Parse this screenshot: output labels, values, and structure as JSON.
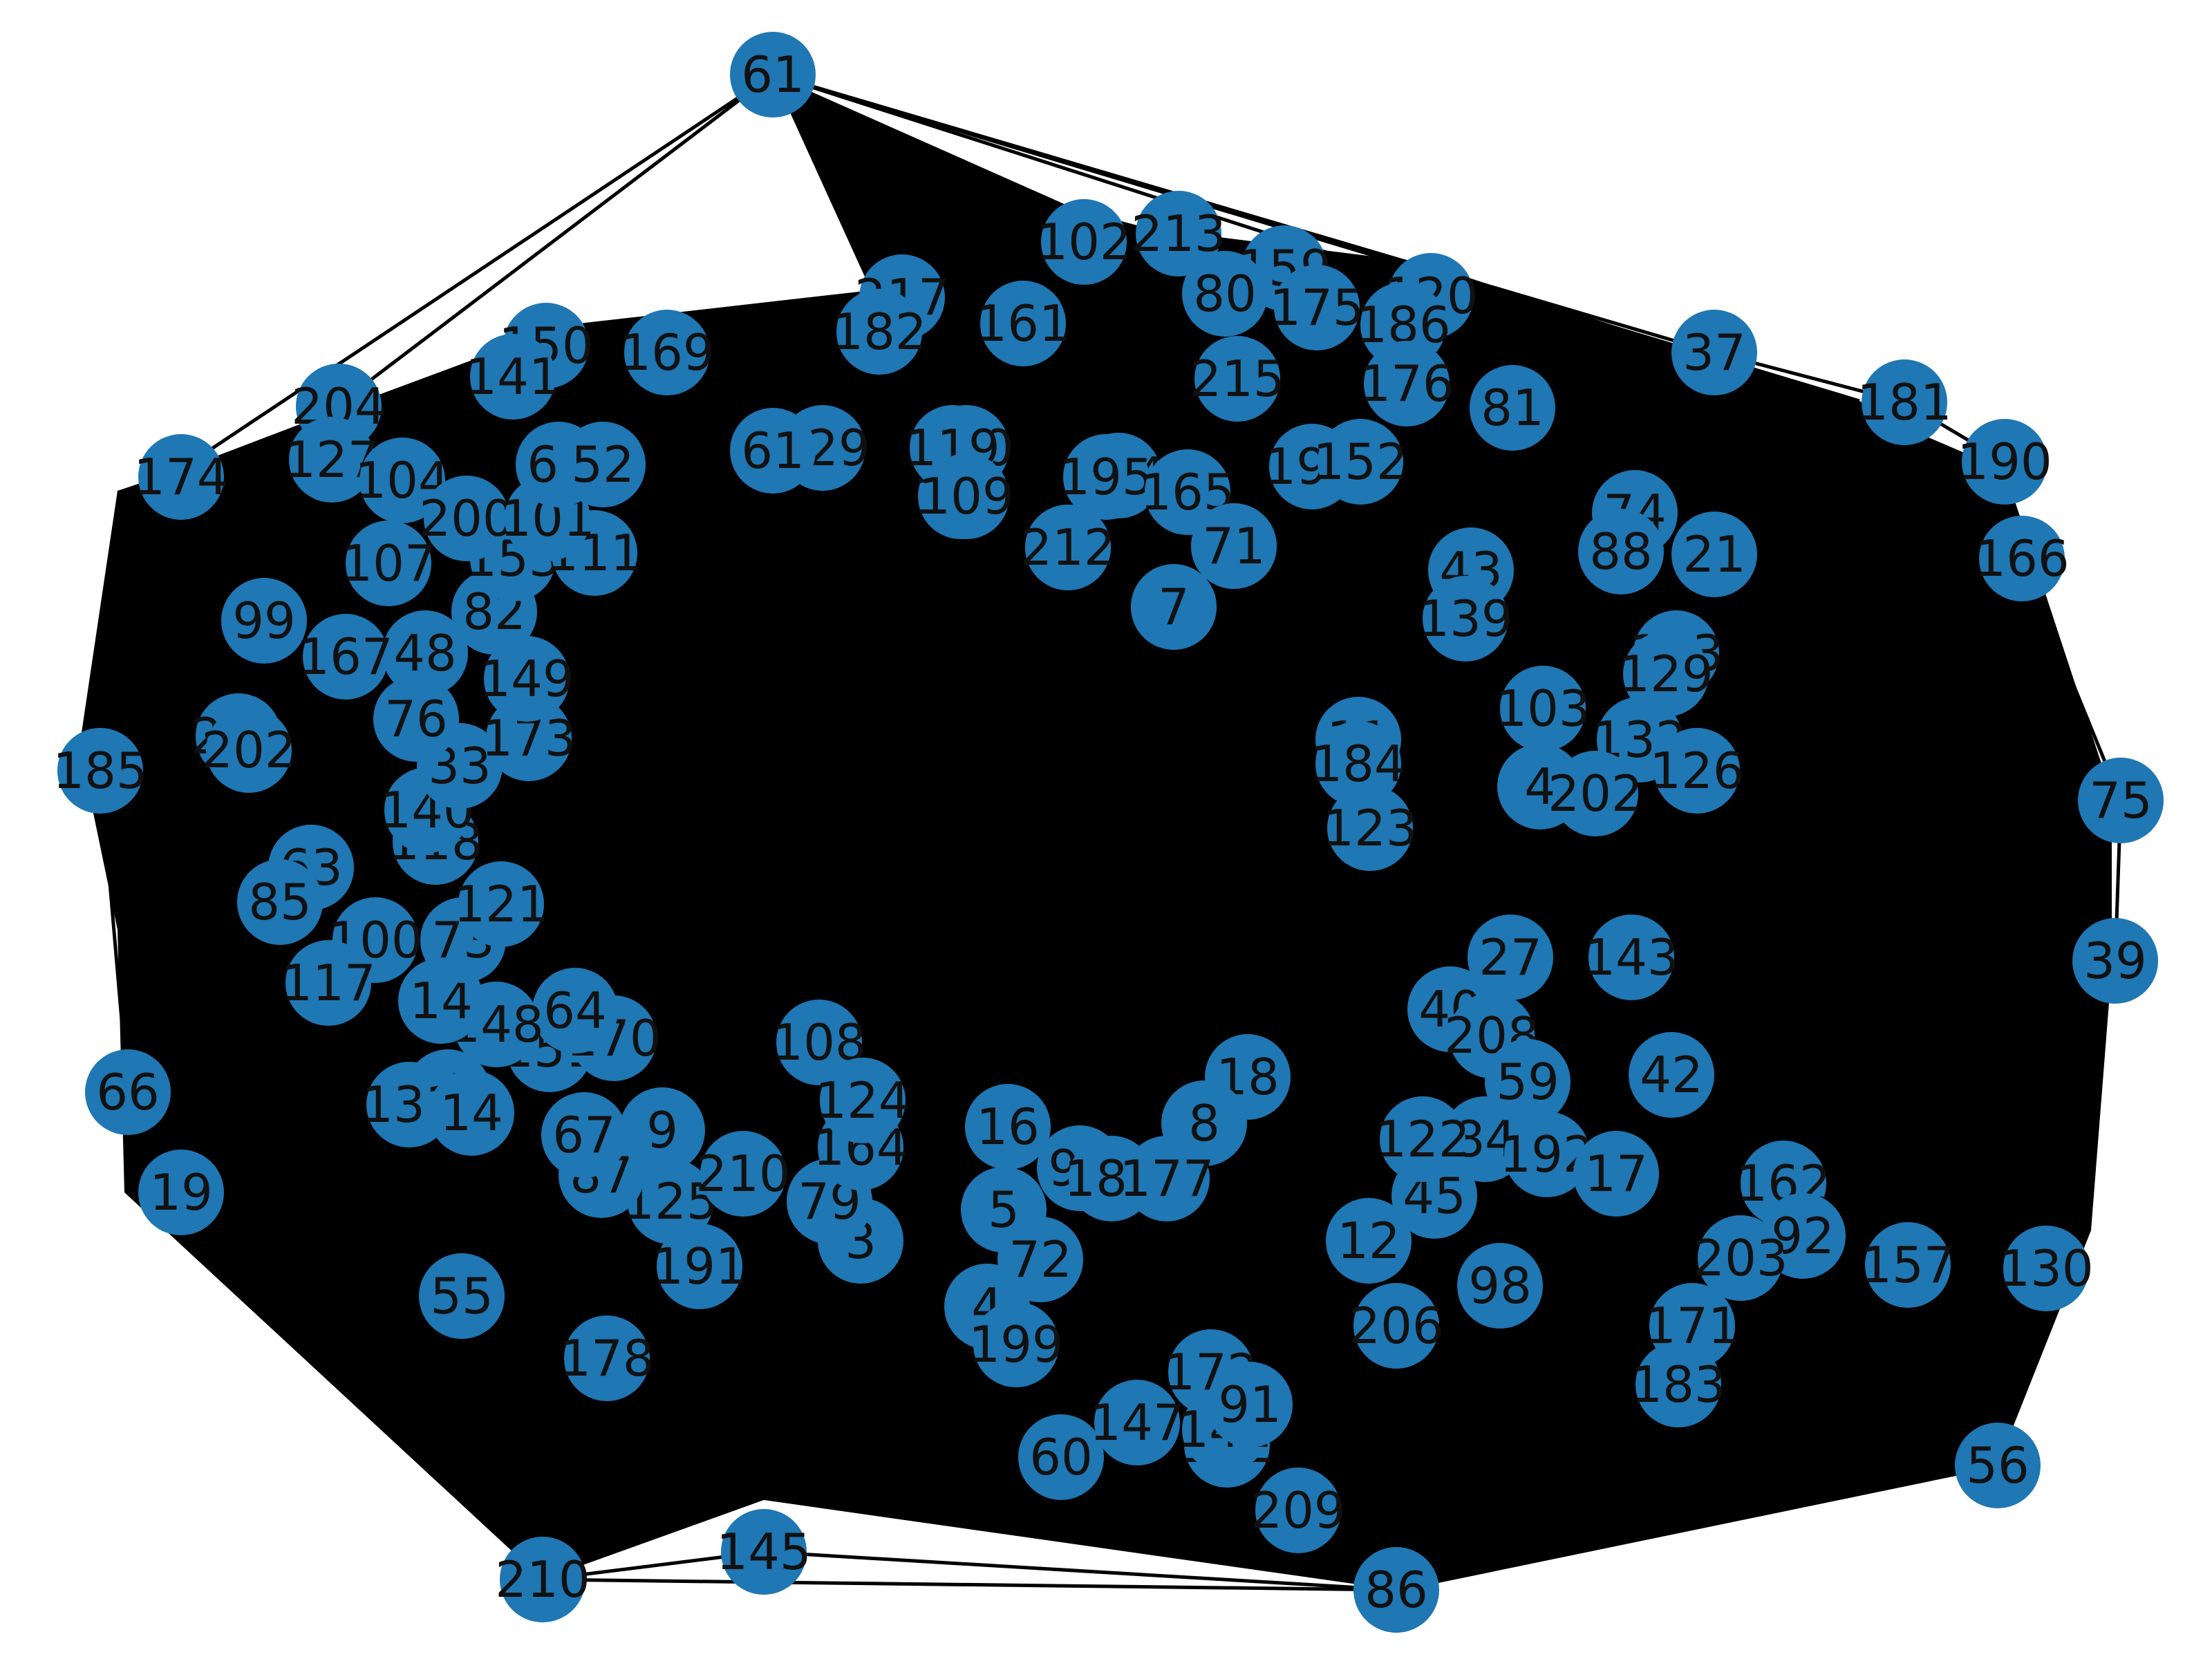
{
  "graph": {
    "type": "network-diagram",
    "node_color": "#1f77b4",
    "edge_color": "#000000",
    "label_color": "#111111",
    "background": "#ffffff",
    "nodes": [
      "61",
      "102",
      "213",
      "159",
      "80",
      "175",
      "120",
      "186",
      "37",
      "181",
      "190",
      "166",
      "75",
      "39",
      "130",
      "56",
      "86",
      "210",
      "145",
      "209",
      "142",
      "60",
      "178",
      "55",
      "19",
      "66",
      "185",
      "174",
      "204",
      "150",
      "169",
      "217",
      "182",
      "161",
      "129",
      "160",
      "109",
      "212",
      "7",
      "71",
      "215",
      "176",
      "81",
      "21",
      "74",
      "88",
      "43",
      "139",
      "113",
      "129",
      "103",
      "132",
      "4",
      "202",
      "126",
      "123",
      "11",
      "184",
      "27",
      "143",
      "40",
      "208",
      "59",
      "42",
      "84",
      "192",
      "17",
      "162",
      "92",
      "203",
      "157",
      "171",
      "183",
      "206",
      "98",
      "12",
      "45",
      "122",
      "18",
      "8",
      "16",
      "96",
      "180",
      "177",
      "5",
      "72",
      "4",
      "199",
      "172",
      "147",
      "142",
      "91",
      "3",
      "79",
      "191",
      "125",
      "87",
      "9",
      "67",
      "25",
      "131",
      "14",
      "151",
      "164",
      "210",
      "170",
      "108",
      "124",
      "64",
      "148",
      "14",
      "73",
      "100",
      "117",
      "121",
      "118",
      "140",
      "33",
      "173",
      "149",
      "48",
      "167",
      "99",
      "214",
      "202",
      "63",
      "85",
      "76",
      "107",
      "127",
      "104",
      "82",
      "153",
      "200",
      "111",
      "101",
      "66",
      "52",
      "141",
      "144",
      "195",
      "119",
      "165",
      "193",
      "152",
      "61",
      "109",
      "212",
      "71",
      "7"
    ]
  }
}
